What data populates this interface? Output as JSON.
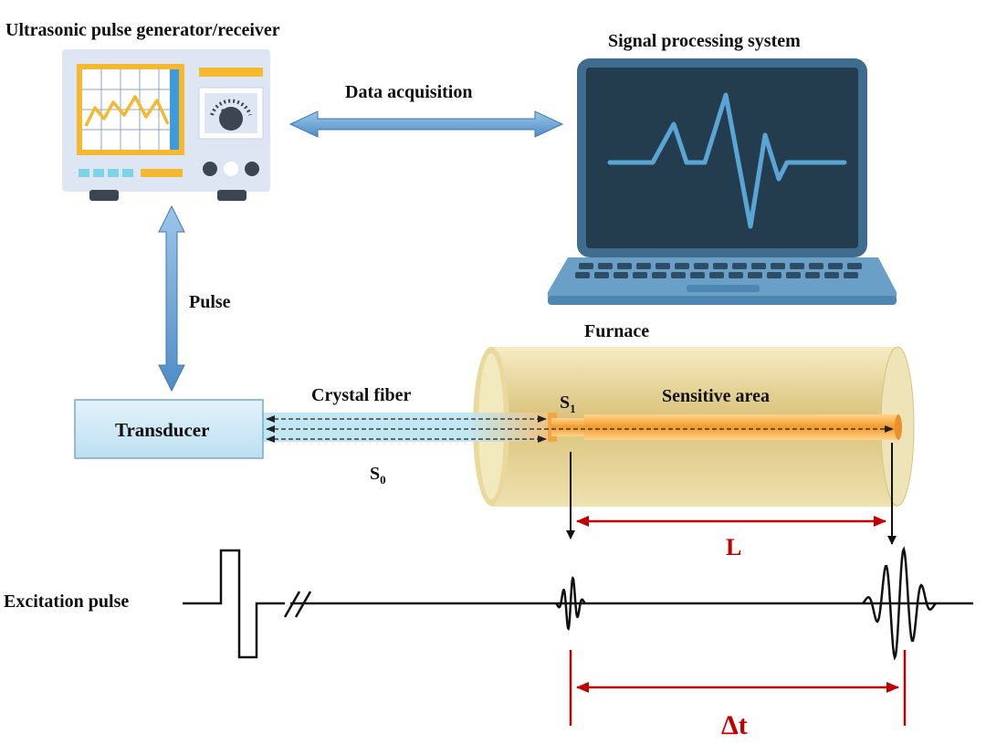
{
  "labels": {
    "generator": "Ultrasonic pulse generator/receiver",
    "processing": "Signal processing system",
    "data_acq": "Data acquisition",
    "pulse": "Pulse",
    "furnace": "Furnace",
    "crystal_fiber": "Crystal fiber",
    "transducer": "Transducer",
    "sensitive_area": "Sensitive area",
    "s1_base": "S",
    "s1_sub": "1",
    "s0_base": "S",
    "s0_sub": "0",
    "excitation": "Excitation pulse",
    "length": "L",
    "delta_t": "Δt"
  },
  "colors": {
    "arrow_blue": "#5b9bd5",
    "red_dim": "#c00000",
    "screen_dark": "#233d4f",
    "laptop_body": "#6aa0c7",
    "fiber_orange": "#f4a640",
    "furnace_tan": "#e6d49a",
    "device_body": "#dfe6f3",
    "accent_yellow": "#f5b82e",
    "accent_cyan": "#7fd3e6"
  },
  "icons": {
    "generator": "oscilloscope-device-icon",
    "laptop": "laptop-icon",
    "knob": "dial-knob-icon"
  }
}
